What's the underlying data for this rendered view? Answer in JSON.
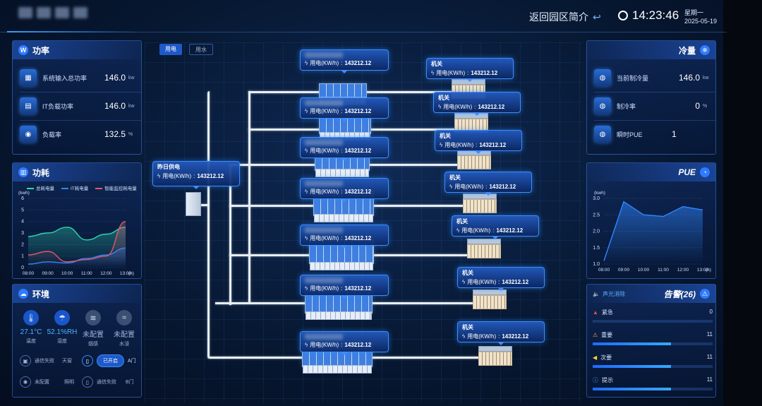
{
  "header": {
    "back_label": "返回园区简介",
    "time": "14:23:46",
    "weekday": "星期一",
    "date": "2025-05-19"
  },
  "power_panel": {
    "title": "功率",
    "rows": [
      {
        "label": "系统输入总功率",
        "value": "146.0",
        "unit": "kw"
      },
      {
        "label": "IT负载功率",
        "value": "146.0",
        "unit": "kw"
      },
      {
        "label": "负载率",
        "value": "132.5",
        "unit": "%"
      }
    ]
  },
  "consumption_panel": {
    "title": "功耗",
    "legend": [
      "总耗电量",
      "IT耗电量",
      "智能监控耗电量"
    ]
  },
  "env_panel": {
    "title": "环境",
    "items": [
      {
        "value": "27.1°C",
        "label": "温度"
      },
      {
        "value": "52.1%RH",
        "label": "湿度"
      },
      {
        "value": "未配置",
        "label": "烟感"
      },
      {
        "value": "未配置",
        "label": "水浸"
      }
    ],
    "controls": [
      {
        "status": "通信失败",
        "name": "天窗"
      },
      {
        "status": "已开启",
        "name": "A门"
      },
      {
        "status": "未配置",
        "name": "照明"
      },
      {
        "status": "通信失败",
        "name": "B门"
      }
    ]
  },
  "center": {
    "tabs": [
      "用电",
      "用水"
    ],
    "yesterday_tag": {
      "title": "昨日供电",
      "label": "用电(KW/h)",
      "value": "143212.12"
    },
    "building_label": "用电(KW/h)",
    "building_value": "143212.12",
    "cabinet_title": "机关",
    "cabinet_label": "用电(KW/h)",
    "cabinet_value": "143212.12"
  },
  "cooling_panel": {
    "title": "冷量",
    "rows": [
      {
        "label": "当前制冷量",
        "value": "146.0",
        "unit": "kw"
      },
      {
        "label": "制冷率",
        "value": "0",
        "unit": "%"
      },
      {
        "label": "瞬时PUE",
        "value": "1",
        "unit": ""
      }
    ]
  },
  "pue_panel": {
    "title": "PUE"
  },
  "alarm_panel": {
    "title": "告警(26)",
    "mute_label": "声光消除",
    "rows": [
      {
        "label": "紧急",
        "count": "0",
        "fill": 0.0
      },
      {
        "label": "重要",
        "count": "11",
        "fill": 0.65
      },
      {
        "label": "次要",
        "count": "11",
        "fill": 0.65
      },
      {
        "label": "提示",
        "count": "11",
        "fill": 0.65
      }
    ]
  },
  "chart_data": [
    {
      "type": "line",
      "ylabel": "(kwh)",
      "xlabel": "(h)",
      "ylim": [
        0,
        6
      ],
      "yticks": [
        "0",
        "1",
        "2",
        "3",
        "4",
        "5",
        "6"
      ],
      "categories": [
        "08:00",
        "09:00",
        "10:00",
        "11:00",
        "12:00",
        "13:00"
      ],
      "series": [
        {
          "name": "总耗电量",
          "color": "#32d6b0",
          "values": [
            2.7,
            3.0,
            3.5,
            2.4,
            2.9,
            3.5
          ]
        },
        {
          "name": "IT耗电量",
          "color": "#2f86ff",
          "values": [
            0.3,
            0.5,
            0.4,
            0.8,
            1.1,
            1.7
          ]
        },
        {
          "name": "智能监控耗电量",
          "color": "#e2566e",
          "values": [
            1.1,
            1.4,
            0.5,
            0.7,
            1.0,
            4.0
          ]
        }
      ]
    },
    {
      "type": "area",
      "ylabel": "(kwh)",
      "xlabel": "(h)",
      "ylim": [
        1.0,
        3.0
      ],
      "yticks": [
        "1.0",
        "1.5",
        "2.0",
        "2.5",
        "3.0"
      ],
      "categories": [
        "08:00",
        "09:00",
        "10:00",
        "11:00",
        "12:00",
        "13:00"
      ],
      "series": [
        {
          "color": "#2f86ff",
          "values": [
            1.1,
            2.9,
            2.5,
            2.45,
            2.75,
            2.65
          ]
        }
      ]
    }
  ]
}
